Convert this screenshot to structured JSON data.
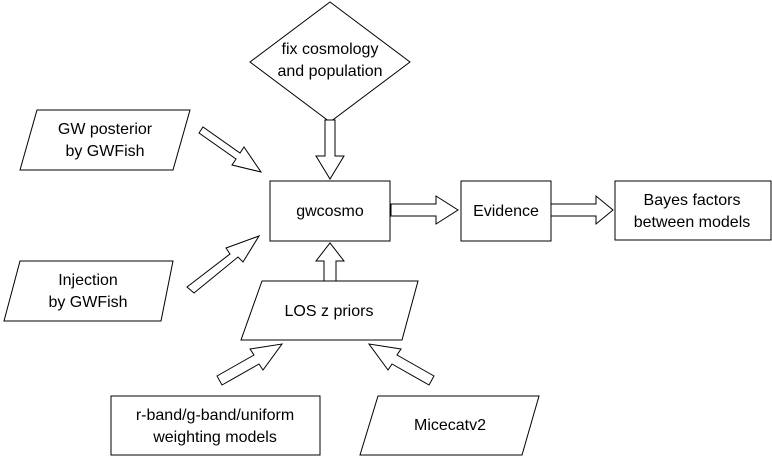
{
  "nodes": {
    "fix_cosmology": [
      "fix cosmology",
      "and population"
    ],
    "gw_posterior": [
      "GW posterior",
      "by GWFish"
    ],
    "injection": [
      "Injection",
      "by GWFish"
    ],
    "gwcosmo": [
      "gwcosmo"
    ],
    "evidence": [
      "Evidence"
    ],
    "bayes_factors": [
      "Bayes factors",
      "between models"
    ],
    "los_priors": [
      "LOS z priors"
    ],
    "weighting_models": [
      "r-band/g-band/uniform",
      "weighting models"
    ],
    "micecat": [
      "Micecatv2"
    ]
  },
  "edges": [
    {
      "from": "fix_cosmology",
      "to": "gwcosmo"
    },
    {
      "from": "gw_posterior",
      "to": "gwcosmo"
    },
    {
      "from": "injection",
      "to": "gwcosmo"
    },
    {
      "from": "los_priors",
      "to": "gwcosmo"
    },
    {
      "from": "weighting_models",
      "to": "los_priors"
    },
    {
      "from": "micecat",
      "to": "los_priors"
    },
    {
      "from": "gwcosmo",
      "to": "evidence"
    },
    {
      "from": "evidence",
      "to": "bayes_factors"
    }
  ]
}
